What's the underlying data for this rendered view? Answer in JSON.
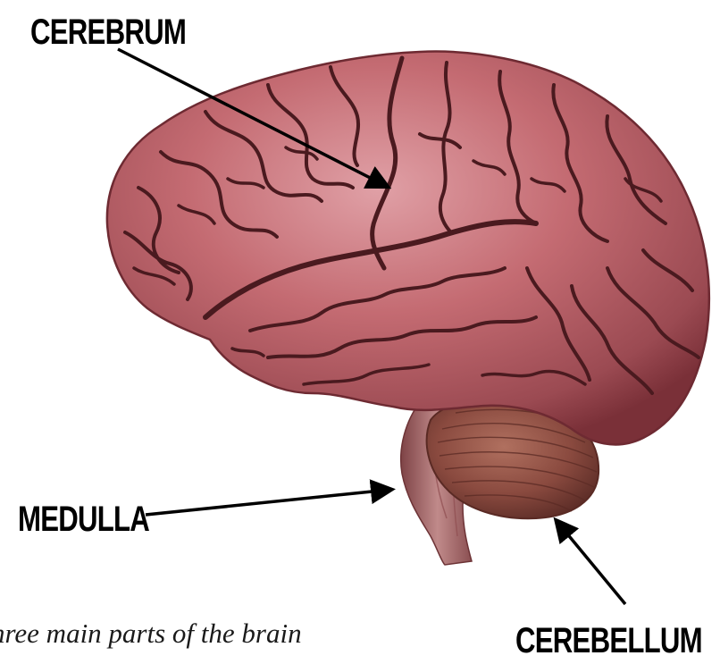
{
  "labels": {
    "cerebrum": "CEREBRUM",
    "medulla": "MEDULLA",
    "cerebellum": "CEREBELLUM"
  },
  "caption": "hree main parts of the brain",
  "colors": {
    "cerebrum_fill": "#c46b72",
    "cerebrum_shadow": "#8e3e47",
    "sulci": "#4a1a1f",
    "cerebellum_fill": "#8a4a3f",
    "brainstem_fill": "#b5787a",
    "arrow": "#000000"
  }
}
